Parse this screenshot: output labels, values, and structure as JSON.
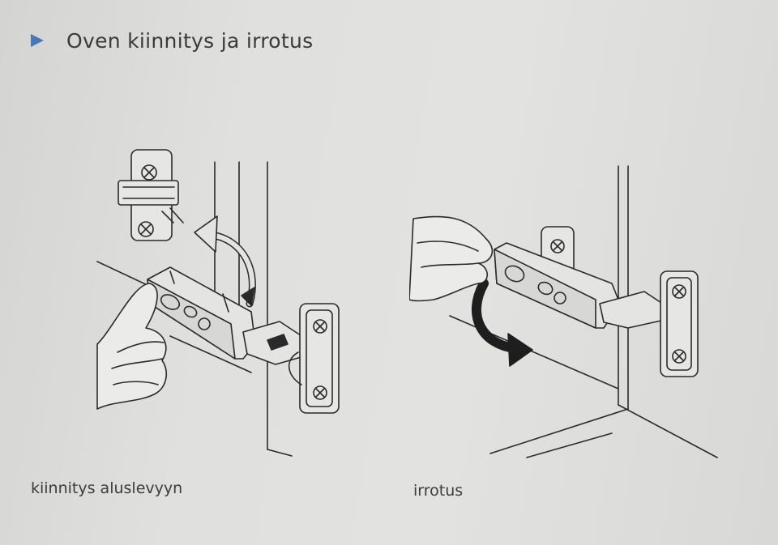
{
  "section": {
    "title": "Oven kiinnitys ja irrotus",
    "bullet_icon": "triangle-bullet-icon",
    "accent_color": "#4a78b4"
  },
  "figures": [
    {
      "caption": "kiinnitys aluslevyyn",
      "illustration": "hinge-attach-icon"
    },
    {
      "caption": "irrotus",
      "illustration": "hinge-detach-icon"
    }
  ]
}
